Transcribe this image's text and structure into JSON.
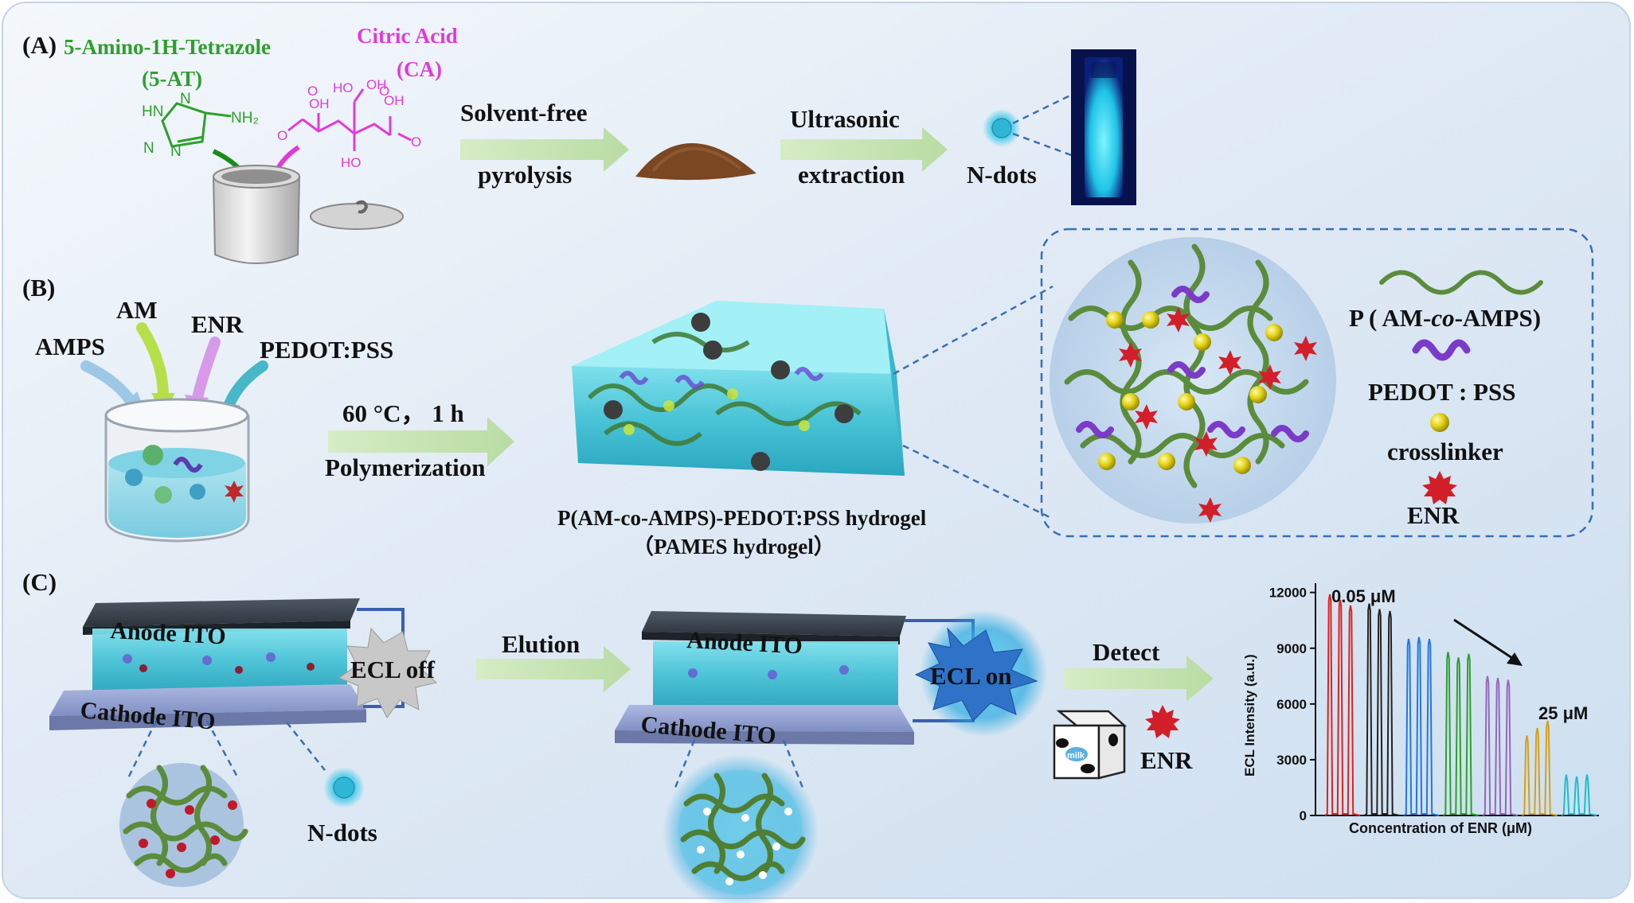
{
  "panel_a": {
    "label": "(A)",
    "reagent1_name": "5-Amino-1H-Tetrazole",
    "reagent1_abbr": "(5-AT)",
    "reagent2_name": "Citric Acid",
    "reagent2_abbr": "(CA)",
    "step1_line1": "Solvent-free",
    "step1_line2": "pyrolysis",
    "step2_line1": "Ultrasonic",
    "step2_line2": "extraction",
    "product": "N-dots",
    "chem_hn": "HN",
    "chem_n1": "N",
    "chem_n2": "N",
    "chem_n3": "N",
    "chem_nh2": "NH₂",
    "chem_oh1": "OH",
    "chem_oh2": "HO",
    "chem_oh3": "OH",
    "chem_oh4": "OH",
    "chem_ho": "HO",
    "chem_o1": "O",
    "chem_o2": "O",
    "chem_o3": "O",
    "chem_o4": "O"
  },
  "panel_b": {
    "label": "(B)",
    "mono_am": "AM",
    "mono_amps": "AMPS",
    "mono_enr": "ENR",
    "mono_pedot": "PEDOT:PSS",
    "condition": "60 °C， 1 h",
    "process": "Polymerization",
    "hydrogel_name": "P(AM-co-AMPS)-PEDOT:PSS  hydrogel",
    "hydrogel_abbr": "（PAMES hydrogel）",
    "legend_p1": "P ( AM-",
    "legend_p2": "co",
    "legend_p3": "-AMPS)",
    "legend_pedot": "PEDOT : PSS",
    "legend_cross": "crosslinker",
    "legend_enr": "ENR"
  },
  "panel_c": {
    "label": "(C)",
    "anode1": "Anode ITO",
    "cathode1": "Cathode ITO",
    "ecl_off": "ECL off",
    "elution": "Elution",
    "anode2": "Anode ITO",
    "cathode2": "Cathode ITO",
    "ecl_on": "ECL on",
    "detect": "Detect",
    "ndots": "N-dots",
    "enr": "ENR",
    "milk": "milk"
  },
  "chart_data": {
    "type": "line",
    "xlabel": "Concentration of ENR (μM)",
    "ylabel": "ECL Intensity (a.u.)",
    "ylim": [
      0,
      12500
    ],
    "yticks": [
      0,
      3000,
      6000,
      9000,
      12000
    ],
    "annotations": {
      "start": "0.05 μM",
      "end": "25 μM"
    },
    "series": [
      {
        "color": "#e0201e",
        "values": [
          11900,
          11600,
          11300
        ]
      },
      {
        "color": "#222222",
        "values": [
          11400,
          11100,
          11000
        ]
      },
      {
        "color": "#1f77e8",
        "values": [
          9500,
          9600,
          9500
        ]
      },
      {
        "color": "#2ca02c",
        "values": [
          8800,
          8500,
          8700
        ]
      },
      {
        "color": "#9467bd",
        "values": [
          7500,
          7400,
          7300
        ]
      },
      {
        "color": "#d4a017",
        "values": [
          4300,
          4700,
          5100
        ]
      },
      {
        "color": "#17becf",
        "values": [
          2200,
          2100,
          2200
        ]
      }
    ]
  }
}
